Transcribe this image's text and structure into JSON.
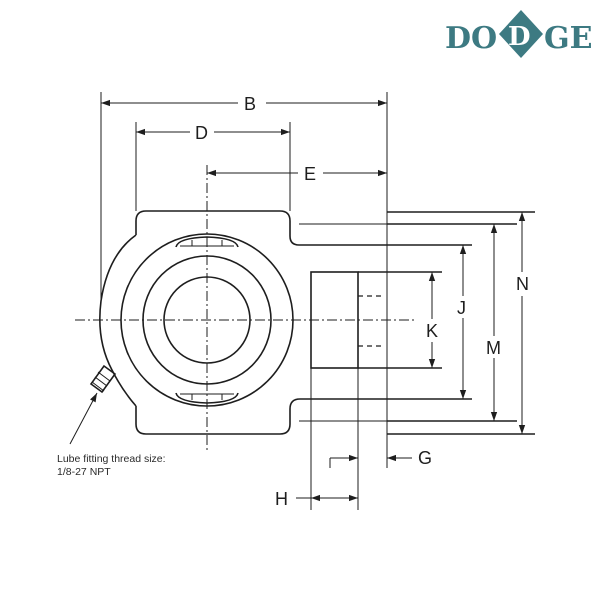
{
  "brand": {
    "name_left": "DO",
    "name_right": "GE",
    "diamond_letter": "D",
    "color": "#3d7a82"
  },
  "dimensions": {
    "b": "B",
    "d": "D",
    "e": "E",
    "g": "G",
    "h": "H",
    "j": "J",
    "k": "K",
    "m": "M",
    "n": "N"
  },
  "note": {
    "line1": "Lube fitting thread size:",
    "line2": "1/8-27 NPT"
  }
}
